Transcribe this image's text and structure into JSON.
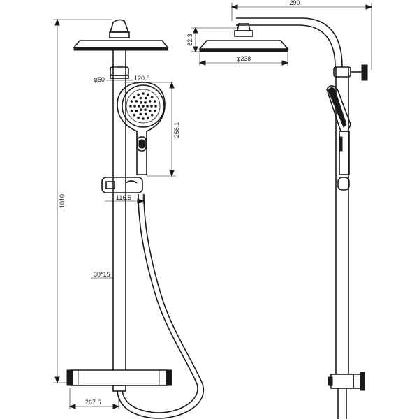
{
  "dimensions": {
    "total_height": "1010",
    "pipe_diameter": "φ50",
    "handshower_head_width": "120.8",
    "handshower_length": "258.1",
    "slider_offset": "116.5",
    "bar_section": "30*15",
    "mixer_width": "267.6",
    "arm_reach": "290",
    "head_height": "62.3",
    "head_diameter": "φ238"
  },
  "colors": {
    "line": "#1a1a1a",
    "background": "#ffffff"
  }
}
